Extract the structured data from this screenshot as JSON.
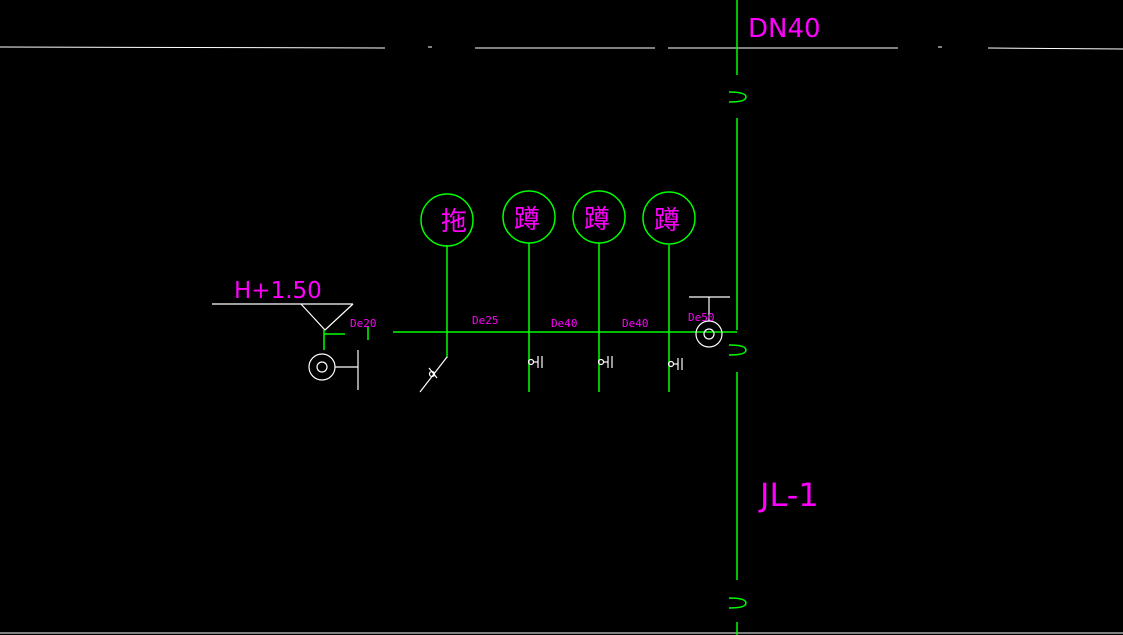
{
  "colors": {
    "background": "#000000",
    "pipe": "#00ff00",
    "text": "#ff00ff",
    "border": "#ffffff",
    "symbol": "#ffffff"
  },
  "labels": {
    "riser_size": "DN40",
    "riser_name": "JL-1",
    "elevation": "H+1.50",
    "seg_1": "De20",
    "seg_2": "De25",
    "seg_3": "De40",
    "seg_4": "De40",
    "seg_5": "De50"
  },
  "fixtures": [
    {
      "char": "拖"
    },
    {
      "char": "蹲"
    },
    {
      "char": "蹲"
    },
    {
      "char": "蹲"
    }
  ]
}
